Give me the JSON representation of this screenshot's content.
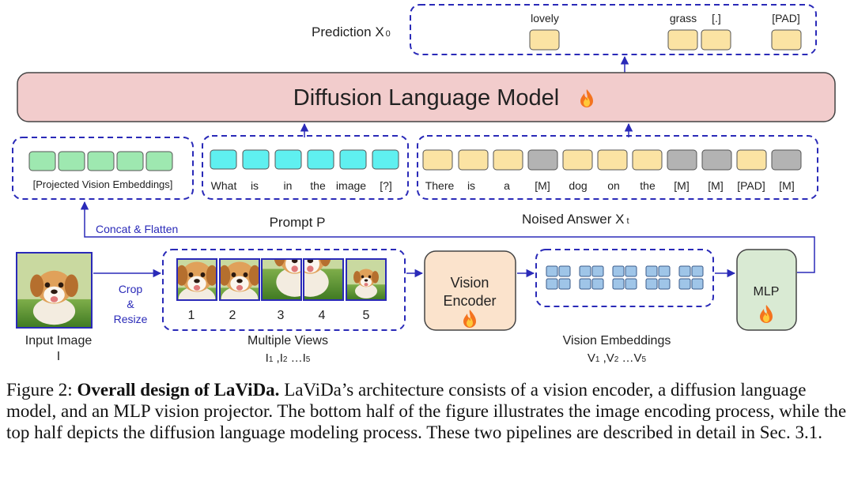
{
  "prediction": {
    "label_main": "Prediction X",
    "label_sub": "0",
    "tokens": [
      "lovely",
      "grass",
      "[.]",
      "[PAD]"
    ]
  },
  "dlm": {
    "title": "Diffusion Language Model",
    "flame": "flame-icon"
  },
  "vision_block": {
    "caption": "[Projected Vision Embeddings]"
  },
  "prompt": {
    "tokens": [
      "What",
      "is",
      "in",
      "the",
      "image",
      "[?]"
    ],
    "label": "Prompt P"
  },
  "answer": {
    "tokens": [
      "There",
      "is",
      "a",
      "[M]",
      "dog",
      "on",
      "the",
      "[M]",
      "[M]",
      "[PAD]",
      "[M]"
    ],
    "kinds": [
      "text",
      "text",
      "text",
      "mask",
      "text",
      "text",
      "text",
      "mask",
      "mask",
      "text",
      "mask"
    ],
    "label_main": "Noised Answer X",
    "label_sub": "t"
  },
  "concat_label": "Concat & Flatten",
  "input": {
    "label1": "Input Image",
    "label2": "I"
  },
  "crop": {
    "line1": "Crop",
    "line2": "&",
    "line3": "Resize"
  },
  "views": {
    "numbers": [
      "1",
      "2",
      "3",
      "4",
      "5"
    ],
    "label1": "Multiple Views",
    "label2": {
      "a": "I",
      "a_sub": "1",
      "b": " ,I",
      "b_sub": "2",
      "c": " …I",
      "c_sub": "5"
    }
  },
  "encoder": {
    "line1": "Vision",
    "line2": "Encoder"
  },
  "embeddings": {
    "label1": "Vision Embeddings",
    "label2": {
      "a": "V",
      "a_sub": "1",
      "b": " ,V",
      "b_sub": "2",
      "c": " …V",
      "c_sub": "5"
    }
  },
  "mlp": {
    "label": "MLP"
  },
  "caption": {
    "prefix": "Figure 2: ",
    "bold": "Overall design of LaViDa.",
    "rest": " LaViDa’s architecture consists of a vision encoder, a diffusion language model, and an MLP vision projector. The bottom half of the figure illustrates the image encoding process, while the top half depicts the diffusion language modeling process. These two pipelines are described in detail in Sec. 3.1."
  },
  "colors": {
    "dashed_border": "#2a2ab8",
    "dlm_fill": "#f2cccc",
    "vision_token": "#9ee8b0",
    "prompt_token": "#5ff0f0",
    "answer_token": "#fbe3a3",
    "mask_token": "#b3b3b3",
    "encoder_fill": "#fbe3cc",
    "mlp_fill": "#d9ead3",
    "embed_cell": "#9fc5e8",
    "arrow": "#2a2ab8"
  }
}
